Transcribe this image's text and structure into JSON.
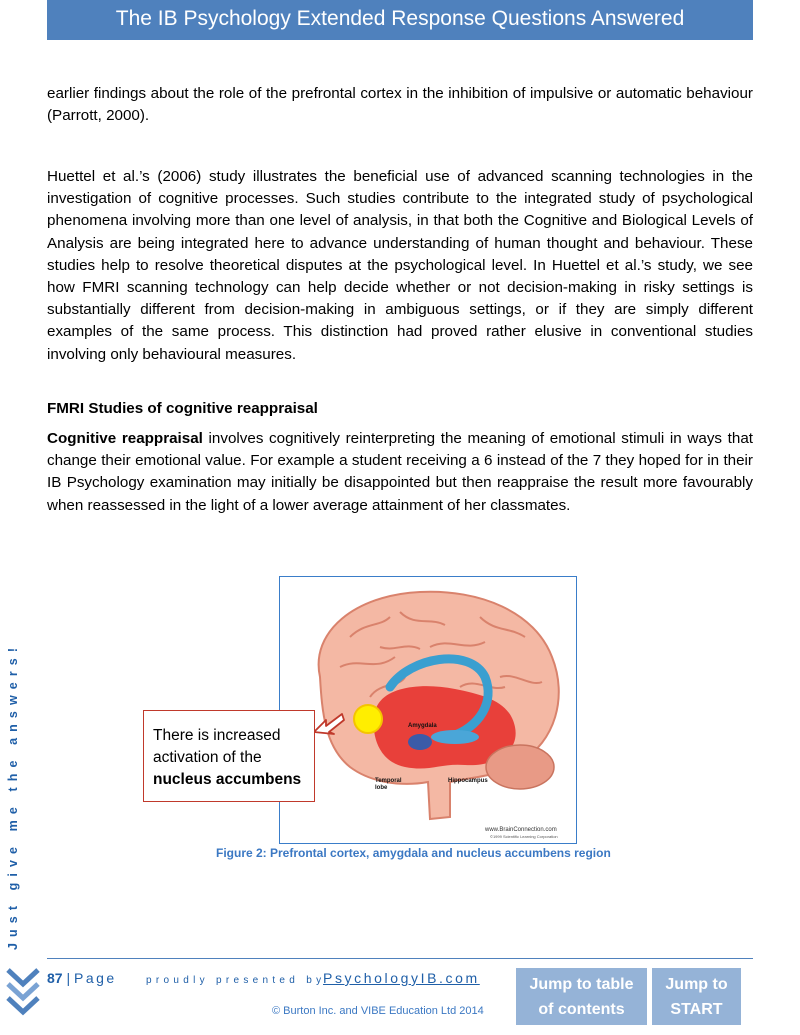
{
  "header": {
    "title": "The IB Psychology Extended Response Questions Answered"
  },
  "content": {
    "p1": "earlier findings about the role of the prefrontal cortex in the inhibition of impulsive or automatic behaviour (Parrott, 2000).",
    "p2": "Huettel et al.’s (2006) study illustrates the beneficial use of advanced scanning technologies in the investigation of cognitive processes. Such studies contribute to the integrated study of psychological phenomena involving more than one level of analysis, in that both the Cognitive and Biological Levels of Analysis are being integrated here to advance understanding of human thought and behaviour. These studies help to resolve theoretical disputes at the psychological level. In Huettel et al.’s study, we see how FMRI scanning technology can help decide whether or not decision-making in risky settings is substantially different from decision-making in ambiguous settings, or if they are simply different examples of the same process. This distinction had proved rather elusive in conventional studies involving only behavioural measures.",
    "heading": "FMRI Studies of cognitive reappraisal",
    "p3_term": "Cognitive reappraisal",
    "p3_rest": " involves cognitively reinterpreting the meaning of emotional stimuli in ways that change their emotional value. For example a student receiving a 6 instead of the 7 they hoped for in their IB Psychology examination may initially be disappointed but then reappraise the result more favourably when reassessed in the light of a lower average attainment of her classmates."
  },
  "figure": {
    "labels": {
      "amygdala": "Amygdala",
      "temporal": "Temporal",
      "lobe": "lobe",
      "hippocampus": "Hippocampus",
      "credit": "www.BrainConnection.com",
      "credit_small": "©1999 Scientific Learning Corporation"
    },
    "callout": {
      "line1": "There is increased",
      "line2": "activation of the",
      "bold": "nucleus accumbens"
    },
    "caption": "Figure 2:  Prefrontal cortex, amygdala and nucleus accumbens region"
  },
  "sidebar": {
    "tagline": "Just give me the answers!"
  },
  "footer": {
    "page_number": "87",
    "separator": " | ",
    "page_word": "Page",
    "presented_by": "proudly presented by",
    "site": "PsychologyIB.com",
    "copyright": "© Burton Inc. and VIBE Education Ltd 2014",
    "btn_toc_line1": "Jump to table",
    "btn_toc_line2": "of contents",
    "btn_start_line1": "Jump to",
    "btn_start_line2": "START"
  },
  "colors": {
    "header": "#4f81bd",
    "accent_text": "#1f5fa8",
    "button": "#95b3d7",
    "callout_border": "#c0392b",
    "figure_border": "#3a7dc9"
  }
}
